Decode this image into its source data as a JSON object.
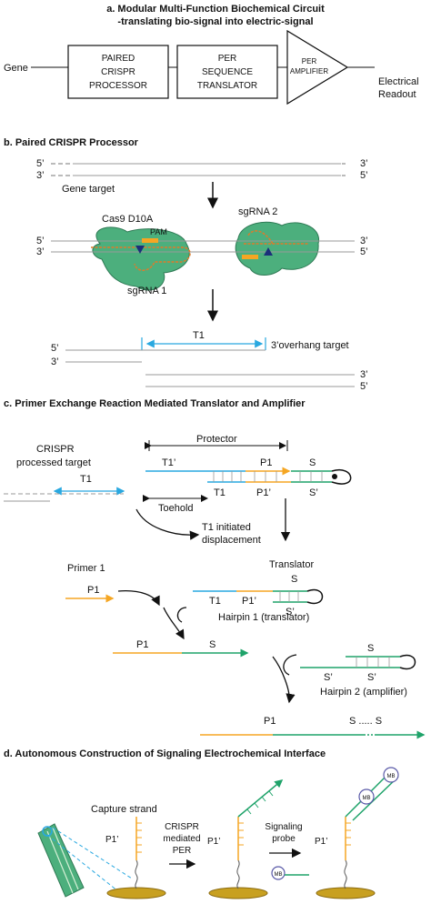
{
  "sections": {
    "a": {
      "title_line1": "a. Modular Multi-Function Biochemical Circuit",
      "title_line2": "-translating bio-signal into electric-signal",
      "input": "Gene",
      "box1": [
        "PAIRED",
        "CRISPR",
        "PROCESSOR"
      ],
      "box2": [
        "PER",
        "SEQUENCE",
        "TRANSLATOR"
      ],
      "amp": [
        "PER",
        "AMPLIFIER"
      ],
      "output": [
        "Electrical",
        "Readout"
      ]
    },
    "b": {
      "title": "b. Paired CRISPR  Processor",
      "five": "5’",
      "three": "3’",
      "gene_target": "Gene target",
      "cas9": "Cas9 D10A",
      "sgrna2": "sgRNA 2",
      "pam": "PAM",
      "sgrna1": "sgRNA 1",
      "t1": "T1",
      "overhang": "3’overhang target"
    },
    "c": {
      "title": "c. Primer Exchange Reaction Mediated Translator and Amplifier",
      "crispr_line1": "CRISPR",
      "crispr_line2": "processed target",
      "t1": "T1",
      "protector": "Protector",
      "t1p": "T1’",
      "p1": "P1",
      "s": "S",
      "p1p": "P1’",
      "sp": "S’",
      "toehold": "Toehold",
      "disp_line1": "T1 initiated",
      "disp_line2": "displacement",
      "primer1": "Primer 1",
      "translator": "Translator",
      "hairpin1": "Hairpin 1 (translator)",
      "hairpin2": "Hairpin 2 (amplifier)",
      "repeat": "S ..... S"
    },
    "d": {
      "title": "d. Autonomous Construction of Signaling Electrochemical Interface",
      "capture": "Capture strand",
      "p1p": "P1’",
      "crispr_per": [
        "CRISPR",
        "mediated",
        "PER"
      ],
      "signaling": [
        "Signaling",
        "probe"
      ],
      "mb": "MB"
    }
  },
  "colors": {
    "orange": "#f5a623",
    "green": "#1fa36a",
    "blue": "#29a8e0",
    "cas9": "#4caf7d",
    "gold": "#c8a020",
    "mb_purple": "#5a5aa8"
  }
}
